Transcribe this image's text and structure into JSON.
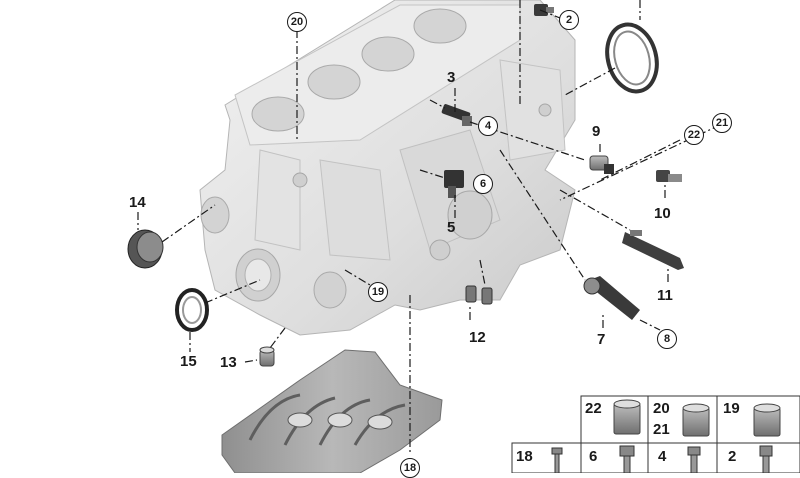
{
  "callouts": {
    "c2": "2",
    "c3": "3",
    "c4": "4",
    "c5": "5",
    "c6": "6",
    "c7": "7",
    "c8": "8",
    "c9": "9",
    "c10": "10",
    "c11": "11",
    "c12": "12",
    "c13": "13",
    "c14": "14",
    "c15": "15",
    "c18": "18",
    "c19": "19",
    "c20": "20",
    "c21": "21",
    "c22": "22"
  },
  "legend": {
    "row1": [
      "22",
      "20",
      "21",
      "19"
    ],
    "row2": [
      "18",
      "6",
      "4",
      "2"
    ]
  }
}
